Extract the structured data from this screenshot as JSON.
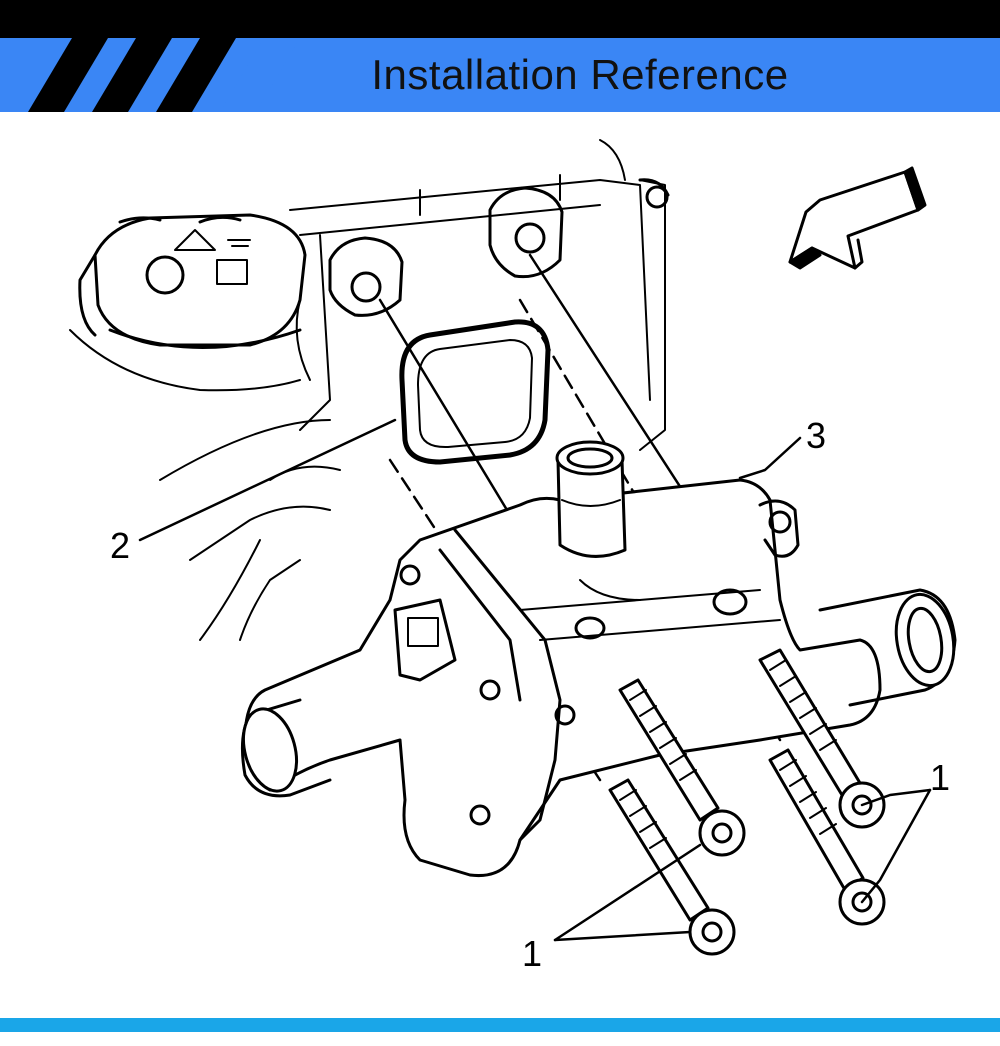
{
  "header": {
    "title": "Installation Reference",
    "accent_color": "#3a86f5",
    "bar_color": "#000000",
    "footer_color": "#1aa6e8"
  },
  "diagram": {
    "icons": [
      "direction-arrow-icon"
    ],
    "callouts": [
      {
        "id": "bolts-right",
        "label": "1"
      },
      {
        "id": "bolts-left",
        "label": "1"
      },
      {
        "id": "gasket",
        "label": "2"
      },
      {
        "id": "housing",
        "label": "3"
      }
    ]
  }
}
